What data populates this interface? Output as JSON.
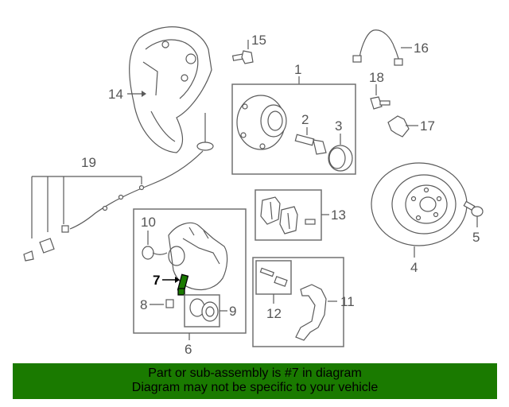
{
  "diagram": {
    "callouts": [
      {
        "id": "1",
        "label": "1"
      },
      {
        "id": "2",
        "label": "2"
      },
      {
        "id": "3",
        "label": "3"
      },
      {
        "id": "4",
        "label": "4"
      },
      {
        "id": "5",
        "label": "5"
      },
      {
        "id": "6",
        "label": "6"
      },
      {
        "id": "7",
        "label": "7"
      },
      {
        "id": "8",
        "label": "8"
      },
      {
        "id": "9",
        "label": "9"
      },
      {
        "id": "10",
        "label": "10"
      },
      {
        "id": "11",
        "label": "11"
      },
      {
        "id": "12",
        "label": "12"
      },
      {
        "id": "13",
        "label": "13"
      },
      {
        "id": "14",
        "label": "14"
      },
      {
        "id": "15",
        "label": "15"
      },
      {
        "id": "16",
        "label": "16"
      },
      {
        "id": "17",
        "label": "17"
      },
      {
        "id": "18",
        "label": "18"
      },
      {
        "id": "19",
        "label": "19"
      }
    ],
    "highlighted_part": "7",
    "highlight_color": "#1a7a00"
  },
  "footer": {
    "line1": "Part or sub-assembly is #7 in diagram",
    "line2": "Diagram may not be specific to your vehicle",
    "background": "#1a7a00"
  }
}
